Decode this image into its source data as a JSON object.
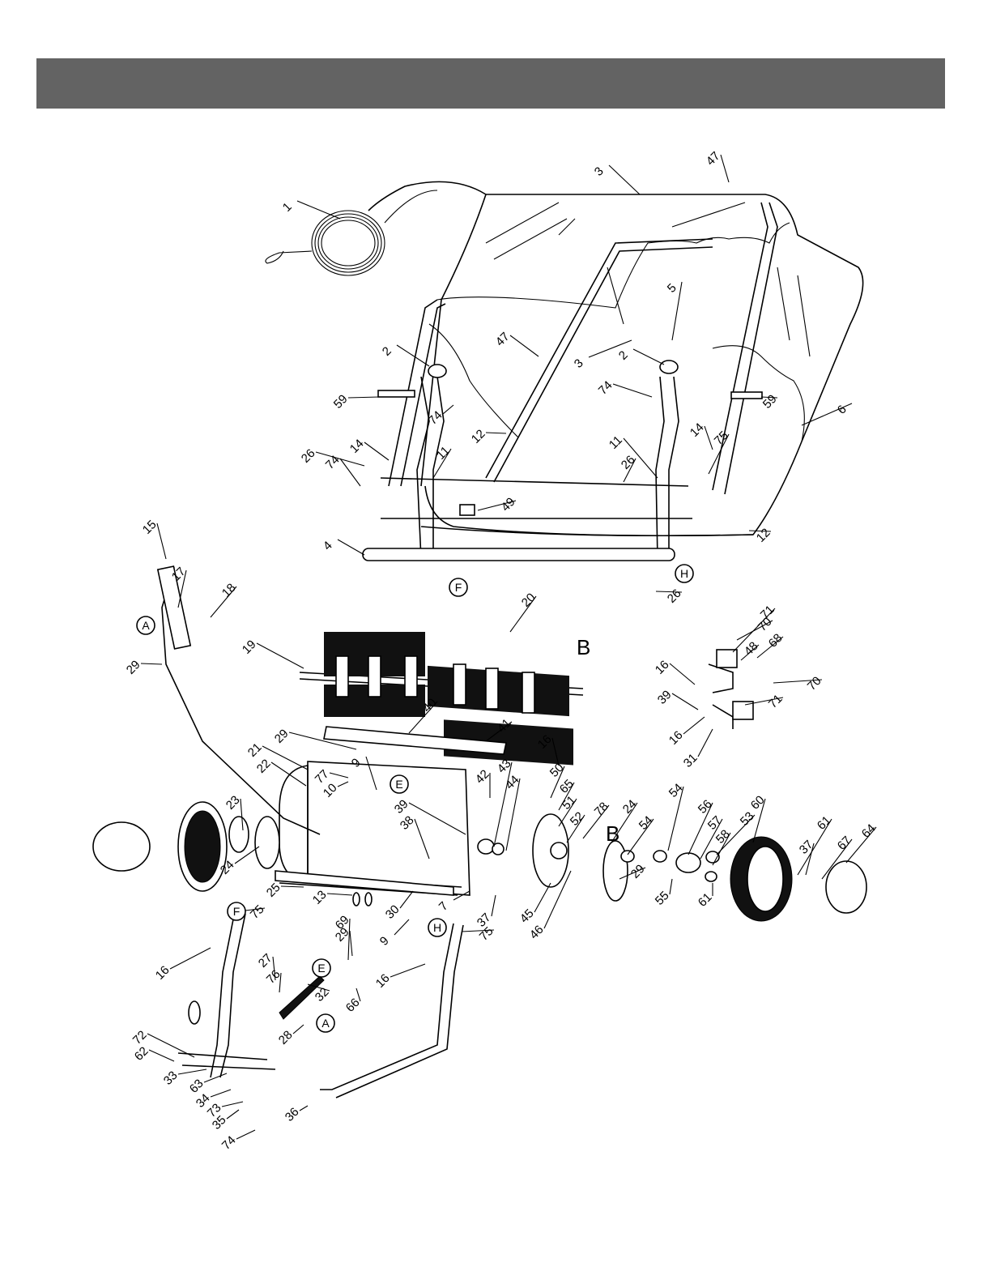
{
  "header": {
    "color": "#636363"
  },
  "callouts": [
    {
      "n": "1"
    },
    {
      "n": "2"
    },
    {
      "n": "2"
    },
    {
      "n": "3"
    },
    {
      "n": "3"
    },
    {
      "n": "4"
    },
    {
      "n": "5"
    },
    {
      "n": "6"
    },
    {
      "n": "7"
    },
    {
      "n": "9"
    },
    {
      "n": "9"
    },
    {
      "n": "10"
    },
    {
      "n": "11"
    },
    {
      "n": "11"
    },
    {
      "n": "12"
    },
    {
      "n": "12"
    },
    {
      "n": "13"
    },
    {
      "n": "14"
    },
    {
      "n": "14"
    },
    {
      "n": "15"
    },
    {
      "n": "16"
    },
    {
      "n": "16"
    },
    {
      "n": "16"
    },
    {
      "n": "16"
    },
    {
      "n": "16"
    },
    {
      "n": "17"
    },
    {
      "n": "18"
    },
    {
      "n": "19"
    },
    {
      "n": "20"
    },
    {
      "n": "21"
    },
    {
      "n": "22"
    },
    {
      "n": "23"
    },
    {
      "n": "24"
    },
    {
      "n": "24"
    },
    {
      "n": "25"
    },
    {
      "n": "26"
    },
    {
      "n": "26"
    },
    {
      "n": "26"
    },
    {
      "n": "27"
    },
    {
      "n": "28"
    },
    {
      "n": "29"
    },
    {
      "n": "29"
    },
    {
      "n": "29"
    },
    {
      "n": "29"
    },
    {
      "n": "30"
    },
    {
      "n": "31"
    },
    {
      "n": "32"
    },
    {
      "n": "33"
    },
    {
      "n": "34"
    },
    {
      "n": "35"
    },
    {
      "n": "36"
    },
    {
      "n": "37"
    },
    {
      "n": "37"
    },
    {
      "n": "38"
    },
    {
      "n": "39"
    },
    {
      "n": "39"
    },
    {
      "n": "40"
    },
    {
      "n": "41"
    },
    {
      "n": "42"
    },
    {
      "n": "43"
    },
    {
      "n": "44"
    },
    {
      "n": "45"
    },
    {
      "n": "46"
    },
    {
      "n": "47"
    },
    {
      "n": "47"
    },
    {
      "n": "48"
    },
    {
      "n": "49"
    },
    {
      "n": "50"
    },
    {
      "n": "51"
    },
    {
      "n": "52"
    },
    {
      "n": "53"
    },
    {
      "n": "54"
    },
    {
      "n": "54"
    },
    {
      "n": "55"
    },
    {
      "n": "56"
    },
    {
      "n": "57"
    },
    {
      "n": "58"
    },
    {
      "n": "59"
    },
    {
      "n": "59"
    },
    {
      "n": "60"
    },
    {
      "n": "61"
    },
    {
      "n": "61"
    },
    {
      "n": "62"
    },
    {
      "n": "63"
    },
    {
      "n": "64"
    },
    {
      "n": "65"
    },
    {
      "n": "66"
    },
    {
      "n": "67"
    },
    {
      "n": "68"
    },
    {
      "n": "69"
    },
    {
      "n": "70"
    },
    {
      "n": "70"
    },
    {
      "n": "71"
    },
    {
      "n": "71"
    },
    {
      "n": "72"
    },
    {
      "n": "73"
    },
    {
      "n": "74"
    },
    {
      "n": "74"
    },
    {
      "n": "74"
    },
    {
      "n": "74"
    },
    {
      "n": "75"
    },
    {
      "n": "75"
    },
    {
      "n": "75"
    },
    {
      "n": "76"
    },
    {
      "n": "77"
    },
    {
      "n": "78"
    }
  ],
  "connectors": [
    "A",
    "A",
    "E",
    "E",
    "F",
    "F",
    "H",
    "H"
  ],
  "big_labels": [
    "B",
    "B"
  ]
}
